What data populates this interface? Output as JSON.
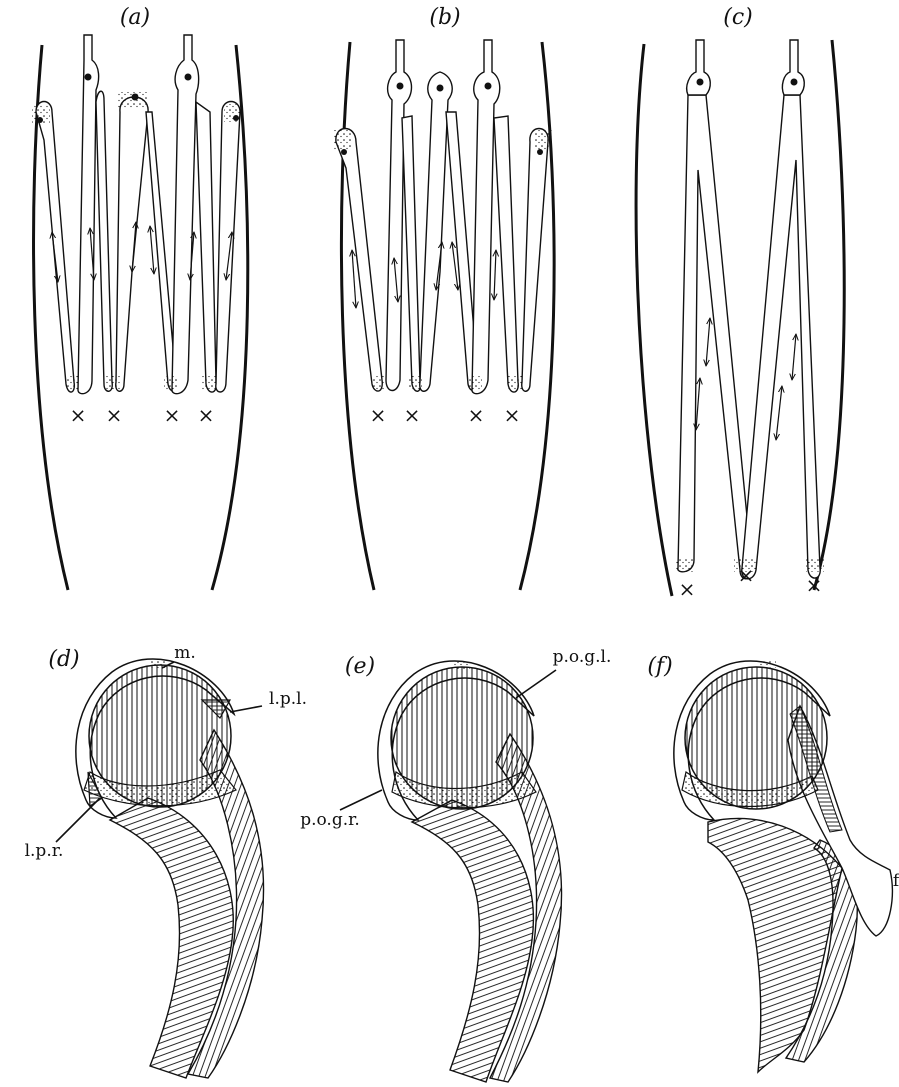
{
  "panels": {
    "a": "(a)",
    "b": "(b)",
    "c": "(c)",
    "d": "(d)",
    "e": "(e)",
    "f": "(f)"
  },
  "labels": {
    "m": "m.",
    "lpl": "l.p.l.",
    "lpr": "l.p.r.",
    "pogl": "p.o.g.l.",
    "pogr": "p.o.g.r.",
    "f": "f"
  },
  "cross_mark": "×"
}
